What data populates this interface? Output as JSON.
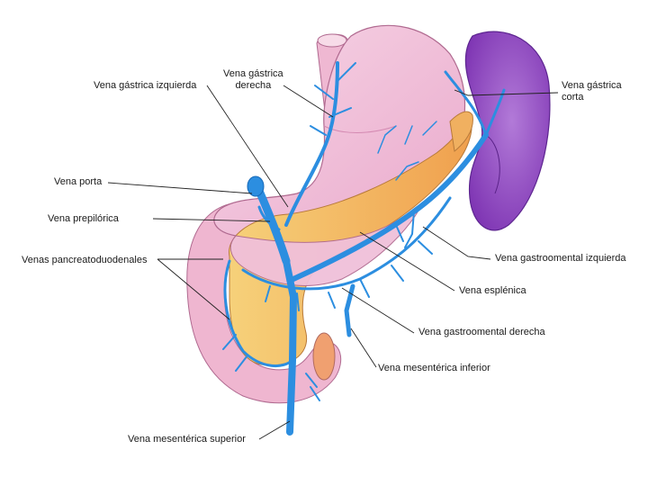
{
  "labels": {
    "vena_gastrica_izquierda": "Vena gástrica izquierda",
    "vena_gastrica_derecha_l1": "Vena gástrica",
    "vena_gastrica_derecha_l2": "derecha",
    "vena_gastrica_corta_l1": "Vena gástrica",
    "vena_gastrica_corta_l2": "corta",
    "vena_porta": "Vena porta",
    "vena_prepilorica": "Vena prepilórica",
    "venas_pancreatoduodenales": "Venas pancreatoduodenales",
    "vena_gastroomental_izquierda": "Vena gastroomental izquierda",
    "vena_esplenica": "Vena esplénica",
    "vena_gastroomental_derecha": "Vena gastroomental derecha",
    "vena_mesenterica_inferior": "Vena mesentérica inferior",
    "vena_mesenterica_superior": "Vena mesentérica superior"
  },
  "colors": {
    "stomach": "#f2c4dc",
    "stomach_shade": "#e8a6c8",
    "spleen": "#8a3fc0",
    "spleen_light": "#b27ad8",
    "pancreas": "#f2b46a",
    "duodenum": "#efb8d2",
    "vein": "#2c8ee0",
    "vein_dark": "#1669b8",
    "leader": "#222222"
  }
}
